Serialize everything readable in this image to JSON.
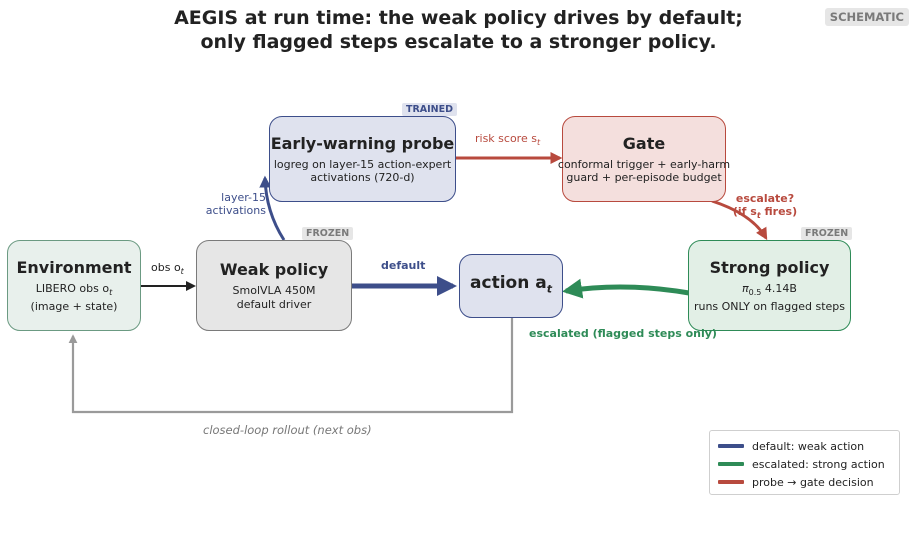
{
  "title": {
    "line1": "AEGIS at run time: the weak policy drives by default;",
    "line2": "only flagged steps escalate to a stronger policy."
  },
  "badge": "SCHEMATIC",
  "nodes": {
    "environment": {
      "title": "Environment",
      "line1": "LIBERO obs o",
      "line1_sub": "t",
      "line2": "(image + state)"
    },
    "weak": {
      "title": "Weak policy",
      "line1": "SmolVLA 450M",
      "line2": "default driver",
      "tag": "FROZEN"
    },
    "probe": {
      "title": "Early-warning probe",
      "line1": "logreg on layer-15 action-expert",
      "line2": "activations (720-d)",
      "tag": "TRAINED"
    },
    "gate": {
      "title": "Gate",
      "line1": "conformal trigger + early-harm",
      "line2": "guard + per-episode budget"
    },
    "action": {
      "title": "action a",
      "title_sub": "t"
    },
    "strong": {
      "title": "Strong policy",
      "line1_pi": "π",
      "line1_sub": "0.5",
      "line1_rest": " 4.14B",
      "line2": "runs ONLY on flagged steps",
      "tag": "FROZEN"
    }
  },
  "edges": {
    "obs": {
      "text": "obs o",
      "sub": "t"
    },
    "activations": {
      "line1": "layer-15",
      "line2": "activations"
    },
    "risk": {
      "text": "risk score s",
      "sub": "t"
    },
    "escalate": {
      "line1": "escalate?",
      "line2_pre": "(if s",
      "line2_sub": "t",
      "line2_post": " fires)"
    },
    "default": "default",
    "escalated": "escalated (flagged steps only)",
    "rollout": "closed-loop rollout (next obs)"
  },
  "legend": [
    {
      "label": "default: weak action",
      "color": "#3d4e8a"
    },
    {
      "label": "escalated: strong action",
      "color": "#2e8b57"
    },
    {
      "label": "probe → gate decision",
      "color": "#b84a3e"
    }
  ],
  "colors": {
    "blue": "#3d4e8a",
    "green": "#2e8b57",
    "red": "#b84a3e",
    "gray": "#9a9a9a"
  }
}
